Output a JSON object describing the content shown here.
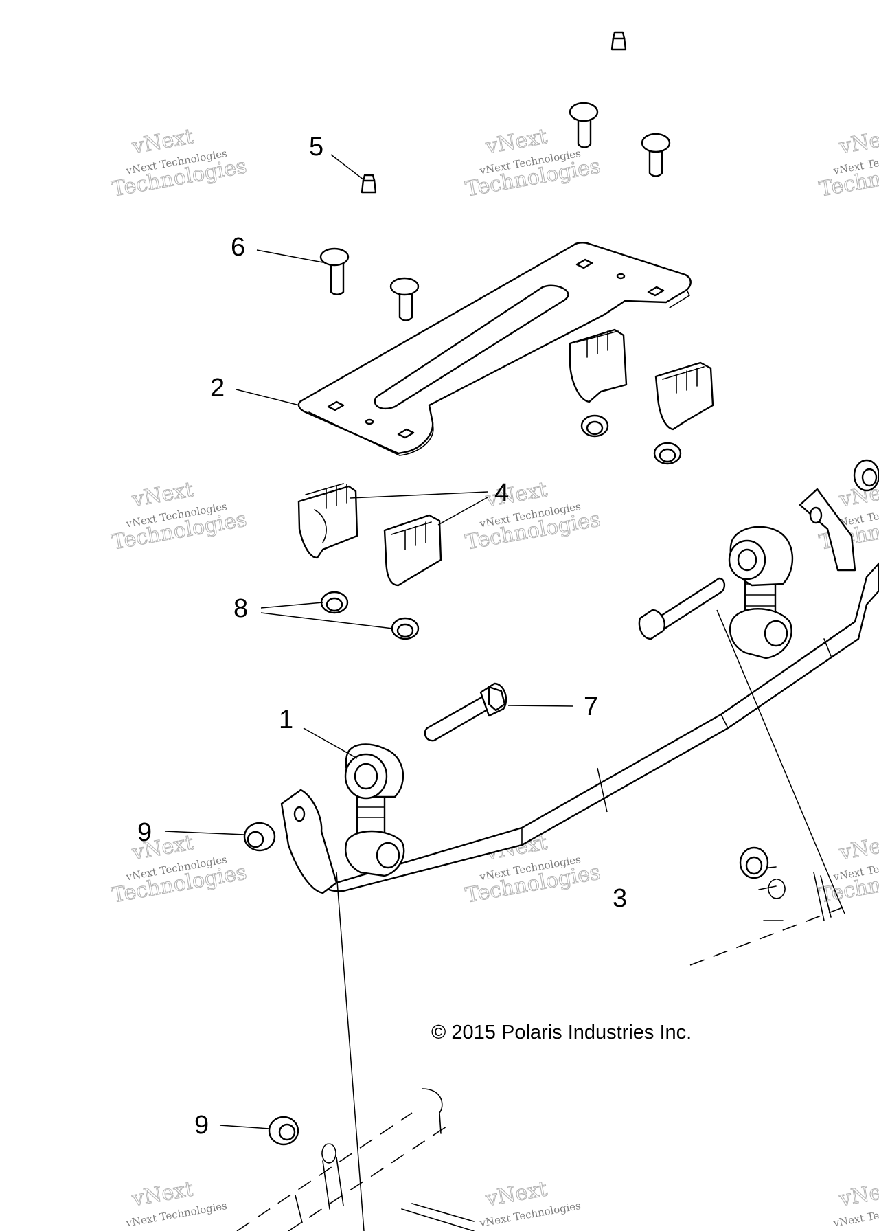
{
  "callouts": [
    "1",
    "2",
    "3",
    "4",
    "5",
    "6",
    "7",
    "8",
    "9",
    "9"
  ],
  "copyright": "© 2015 Polaris Industries Inc.",
  "watermark": {
    "line_small": "vNext Technologies",
    "line_big": "Technologies",
    "line_top": "vNext"
  },
  "colors": {
    "ink": "#000000",
    "watermark": "#9a9a9a",
    "background": "#ffffff"
  }
}
